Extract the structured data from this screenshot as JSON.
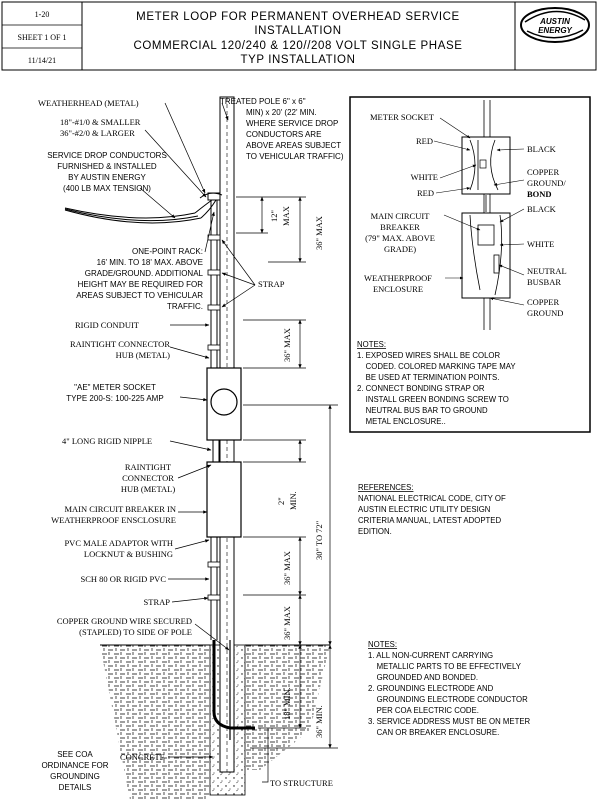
{
  "header": {
    "drawing_no": "1-20",
    "sheet": "SHEET 1 OF 1",
    "date": "11/14/21",
    "title_lines": [
      "METER LOOP FOR PERMANENT OVERHEAD SERVICE",
      "INSTALLATION",
      "COMMERCIAL 120/240 & 120//208 VOLT SINGLE PHASE",
      "TYP INSTALLATION"
    ],
    "logo_text": [
      "AUSTIN",
      "ENERGY"
    ]
  },
  "labels": {
    "weatherhead": "WEATHERHEAD (METAL)",
    "wire_small": "18\"-#1/0 & SMALLER",
    "wire_large": "36\"-#2/0 & LARGER",
    "service_drop": [
      "SERVICE DROP CONDUCTORS",
      "FURNISHED & INSTALLED",
      "BY AUSTIN ENERGY",
      "(400 LB MAX TENSION)"
    ],
    "treated_pole": [
      "TREATED POLE  6\" x 6\"",
      "MIN) x 20' (22' MIN.",
      "WHERE SERVICE DROP",
      "CONDUCTORS ARE",
      "ABOVE AREAS SUBJECT",
      "TO VEHICULAR TRAFFIC)"
    ],
    "one_point_rack": [
      "ONE-POINT RACK:",
      "16' MIN. TO 18' MAX. ABOVE",
      "GRADE/GROUND. ADDITIONAL",
      "HEIGHT MAY BE REQUIRED FOR",
      "AREAS SUBJECT TO VEHICULAR",
      "TRAFFIC."
    ],
    "strap": "STRAP",
    "rigid_conduit": "RIGID CONDUIT",
    "raintight_hub_1": [
      "RAINTIGHT CONNECTOR",
      "HUB (METAL)"
    ],
    "meter_socket": [
      "\"AE\" METER SOCKET",
      "TYPE 200-S: 100-225 AMP"
    ],
    "rigid_nipple": "4\" LONG RIGID NIPPLE",
    "raintight_hub_2": [
      "RAINTIGHT",
      "CONNECTOR",
      "HUB (METAL)"
    ],
    "main_breaker": [
      "MAIN CIRCUIT BREAKER IN",
      "WEATHERPROOF ENSCLOSURE"
    ],
    "pvc_adaptor": [
      "PVC MALE ADAPTOR WITH",
      "LOCKNUT & BUSHING"
    ],
    "sch80": "SCH 80 OR RIGID PVC",
    "strap_2": "STRAP",
    "copper_ground": [
      "COPPER GROUND WIRE SECURED",
      "(STAPLED) TO SIDE OF POLE"
    ],
    "see_coa": [
      "SEE COA",
      "ORDINANCE FOR",
      "GROUNDING",
      "DETAILS"
    ],
    "concrete": "CONCRETE",
    "to_structure": "TO STRUCTURE"
  },
  "dims": {
    "d12": "12\"",
    "max1": "MAX",
    "max36_1": "36\" MAX",
    "max36_2": "36\" MAX",
    "min2": "2\"",
    "min2b": "MIN.",
    "range": "30\" TO 72\"",
    "max36_3": "36\" MAX",
    "max36_4": "36\" MAX",
    "min18": "18\" MIN.",
    "min36": "36\" MIN."
  },
  "inset": {
    "meter_socket": "METER SOCKET",
    "red1": "RED",
    "white1": "WHITE",
    "red2": "RED",
    "black1": "BLACK",
    "copper_ground_bond": [
      "COPPER",
      "GROUND/",
      "BOND"
    ],
    "black2": "BLACK",
    "main_breaker": [
      "MAIN CIRCUIT",
      "BREAKER",
      "(79\" MAX. ABOVE",
      "GRADE)"
    ],
    "white2": "WHITE",
    "weatherproof": [
      "WEATHERPROOF",
      "ENCLOSURE"
    ],
    "neutral_busbar": [
      "NEUTRAL",
      "BUSBAR"
    ],
    "copper_ground": [
      "COPPER",
      "GROUND"
    ],
    "notes_title": "NOTES:",
    "notes": [
      "1. EXPOSED WIRES SHALL BE COLOR",
      "    CODED. COLORED MARKING TAPE MAY",
      "    BE USED AT TERMINATION POINTS.",
      "2. CONNECT BONDING STRAP OR",
      "    INSTALL GREEN BONDING SCREW TO",
      "    NEUTRAL BUS BAR TO GROUND",
      "    METAL ENCLOSURE.."
    ]
  },
  "references": {
    "title": "REFERENCES:",
    "lines": [
      "NATIONAL ELECTRICAL CODE, CITY OF",
      "AUSTIN ELECTRIC UTILITY DESIGN",
      "CRITERIA MANUAL, LATEST ADOPTED",
      "EDITION."
    ]
  },
  "notes": {
    "title": "NOTES:",
    "lines": [
      "1. ALL NON-CURRENT CARRYING",
      "    METALLIC PARTS TO BE EFFECTIVELY",
      "    GROUNDED AND BONDED.",
      "2. GROUNDING ELECTRODE AND",
      "    GROUNDING ELECTRODE CONDUCTOR",
      "    PER COA ELECTRIC CODE.",
      "3. SERVICE ADDRESS MUST BE ON METER",
      "    CAN OR BREAKER ENCLOSURE."
    ]
  }
}
